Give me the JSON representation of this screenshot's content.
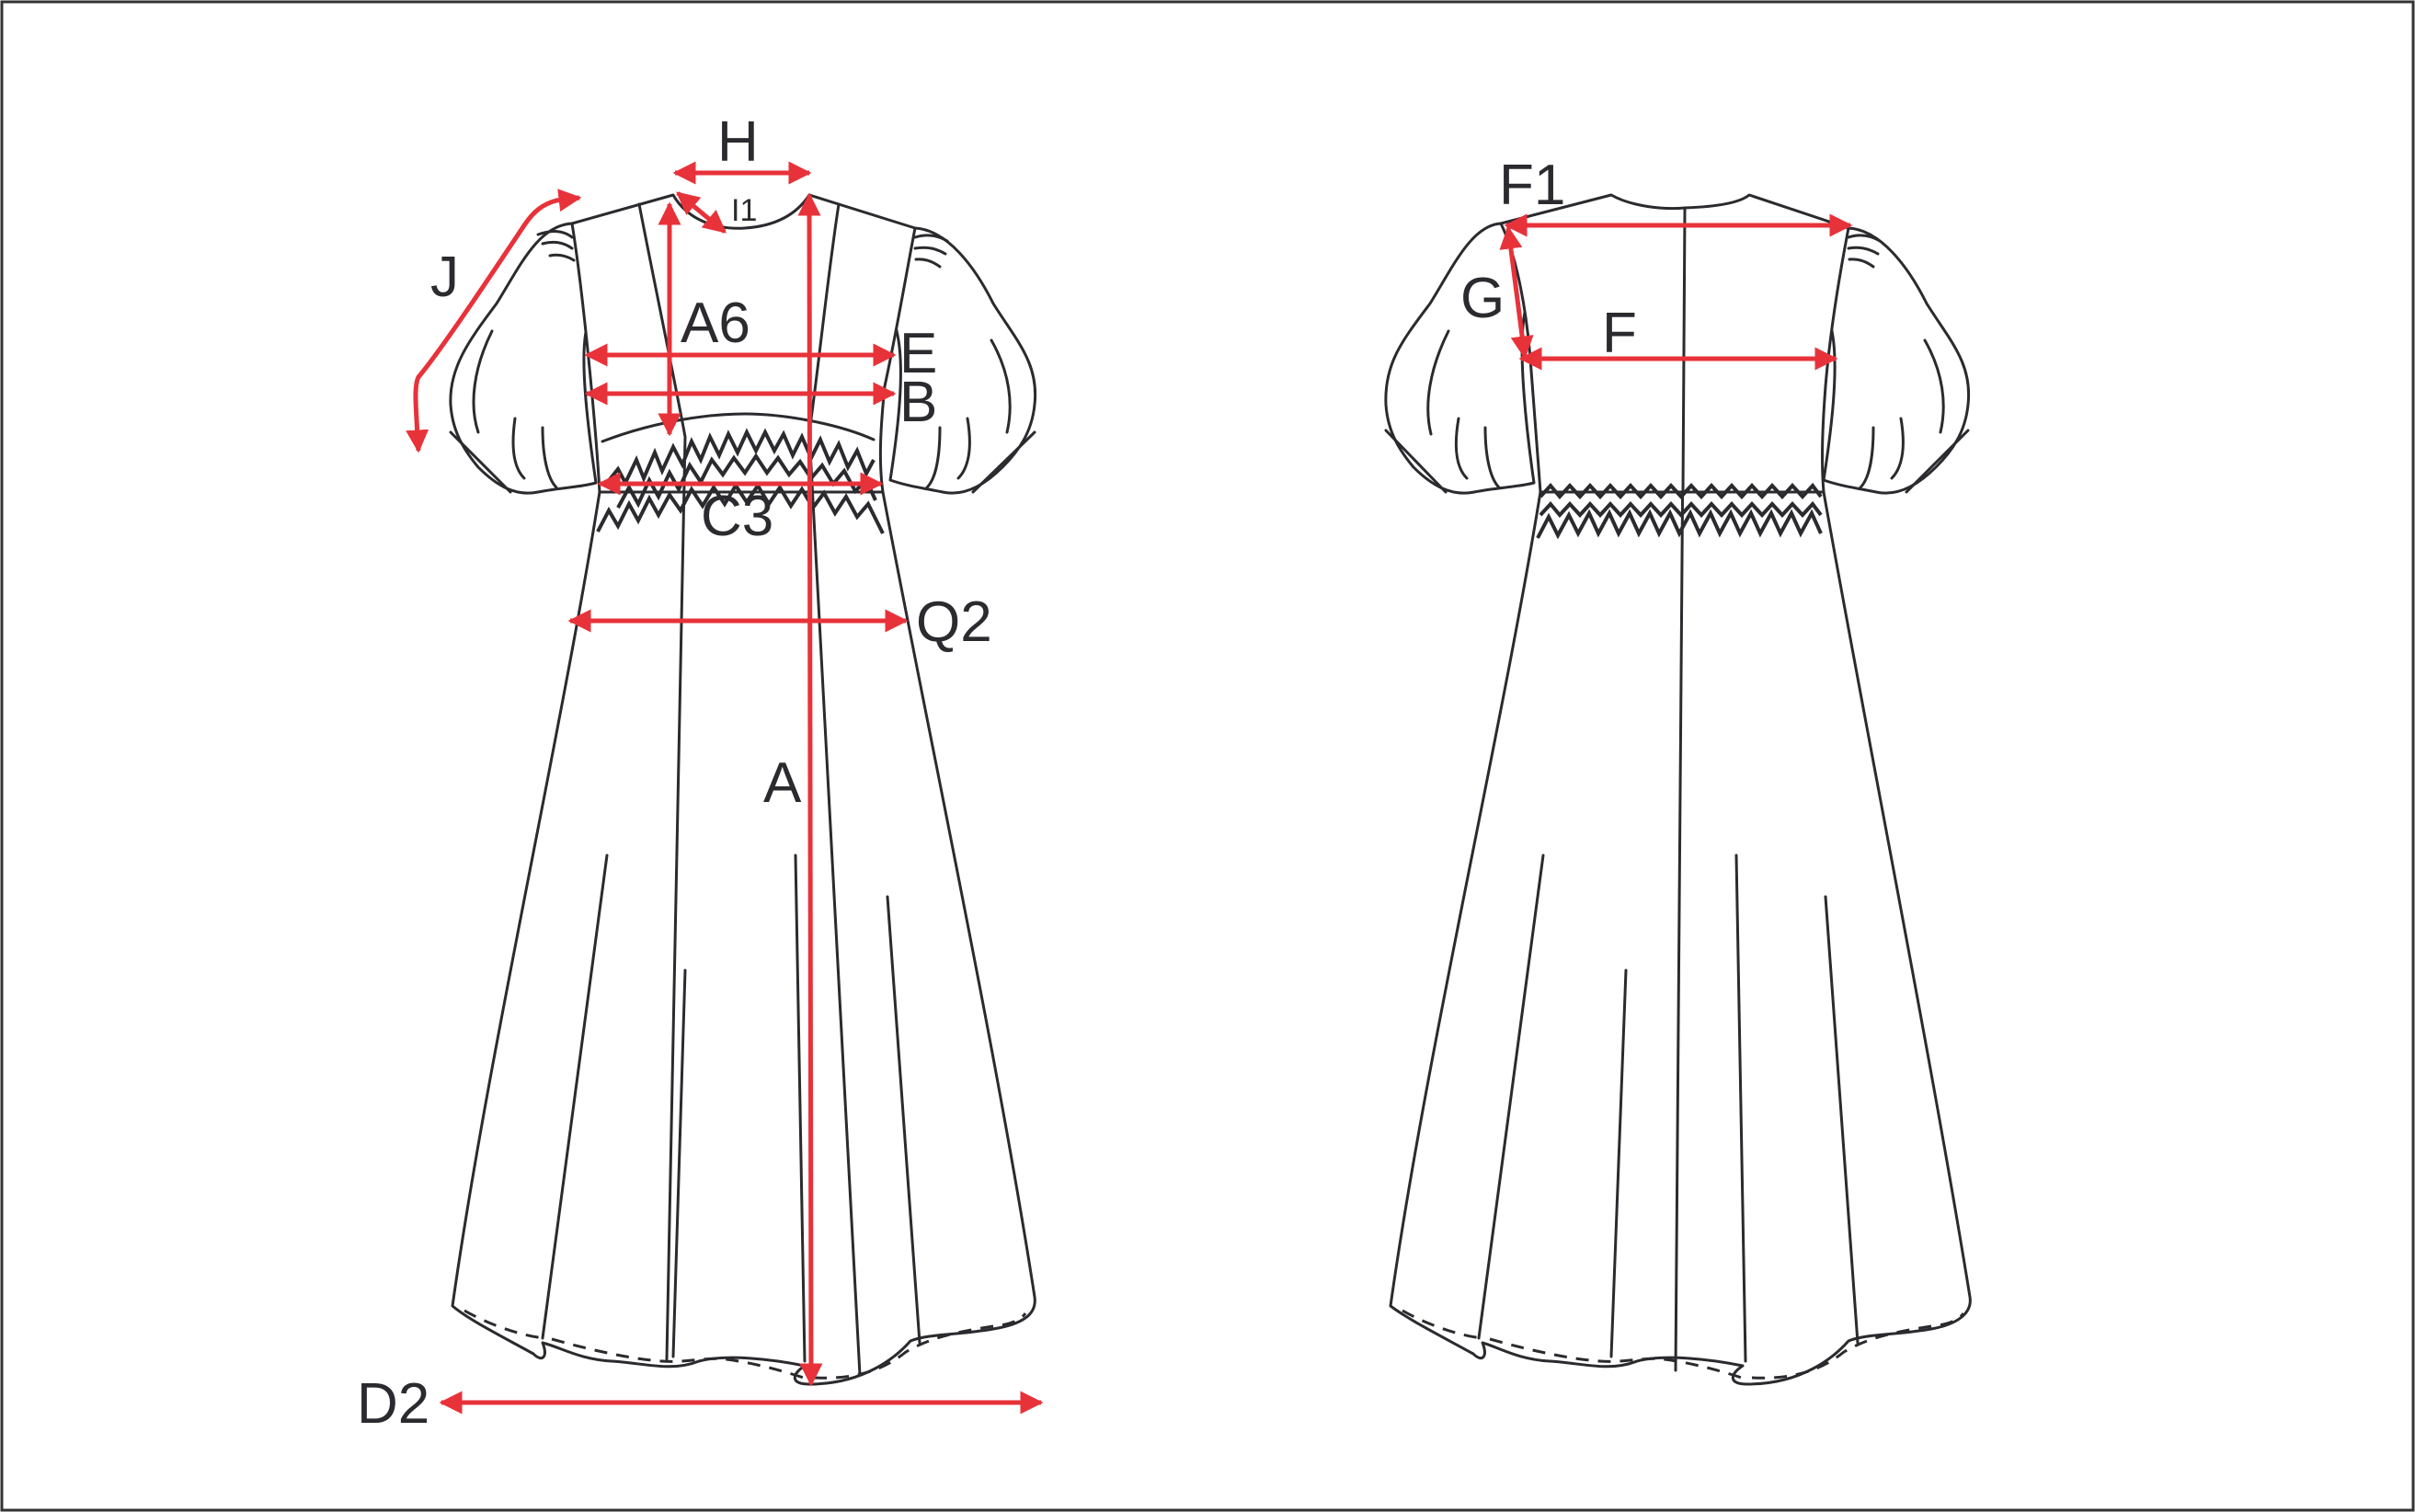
{
  "colors": {
    "measure": "#e8323a",
    "outline": "#2b2a2e",
    "frame": "#333333",
    "background": "#ffffff"
  },
  "labels": {
    "H": "H",
    "I1": "I1",
    "J": "J",
    "A6": "A6",
    "E": "E",
    "B": "B",
    "C3": "C3",
    "Q2": "Q2",
    "A": "A",
    "D2": "D2",
    "F1": "F1",
    "G": "G",
    "F": "F"
  }
}
